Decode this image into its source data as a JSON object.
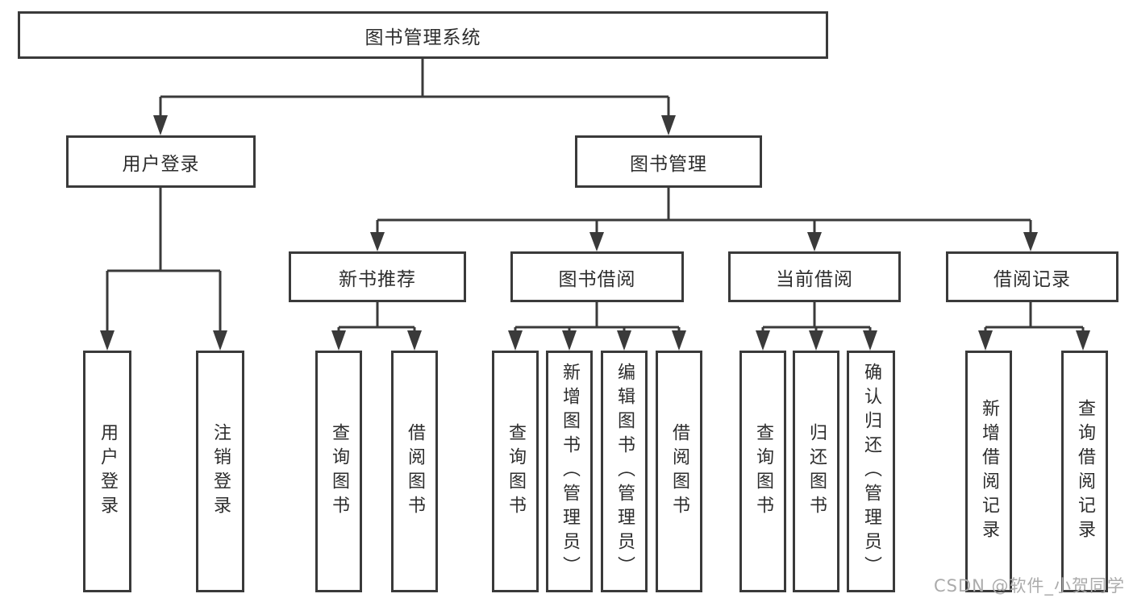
{
  "tree": {
    "root": {
      "label": "图书管理系统"
    },
    "branches": [
      {
        "label": "用户登录",
        "leaves": [
          {
            "label": "用户登录"
          },
          {
            "label": "注销登录"
          }
        ]
      },
      {
        "label": "图书管理",
        "sections": [
          {
            "label": "新书推荐",
            "leaves": [
              {
                "label": "查询图书"
              },
              {
                "label": "借阅图书"
              }
            ]
          },
          {
            "label": "图书借阅",
            "leaves": [
              {
                "label": "查询图书"
              },
              {
                "label": "新增图书（管理员）"
              },
              {
                "label": "编辑图书（管理员）"
              },
              {
                "label": "借阅图书"
              }
            ]
          },
          {
            "label": "当前借阅",
            "leaves": [
              {
                "label": "查询图书"
              },
              {
                "label": "归还图书"
              },
              {
                "label": "确认归还（管理员）"
              }
            ]
          },
          {
            "label": "借阅记录",
            "leaves": [
              {
                "label": "新增借阅记录"
              },
              {
                "label": "查询借阅记录"
              }
            ]
          }
        ]
      }
    ]
  },
  "watermark": {
    "text": "CSDN @软件_小贺同学"
  },
  "colors": {
    "background": "#ffffff",
    "line": "#3a3a3a",
    "box_border": "#3a3a3a",
    "box_text": "#2d2d2d",
    "watermark": "#ababab"
  }
}
